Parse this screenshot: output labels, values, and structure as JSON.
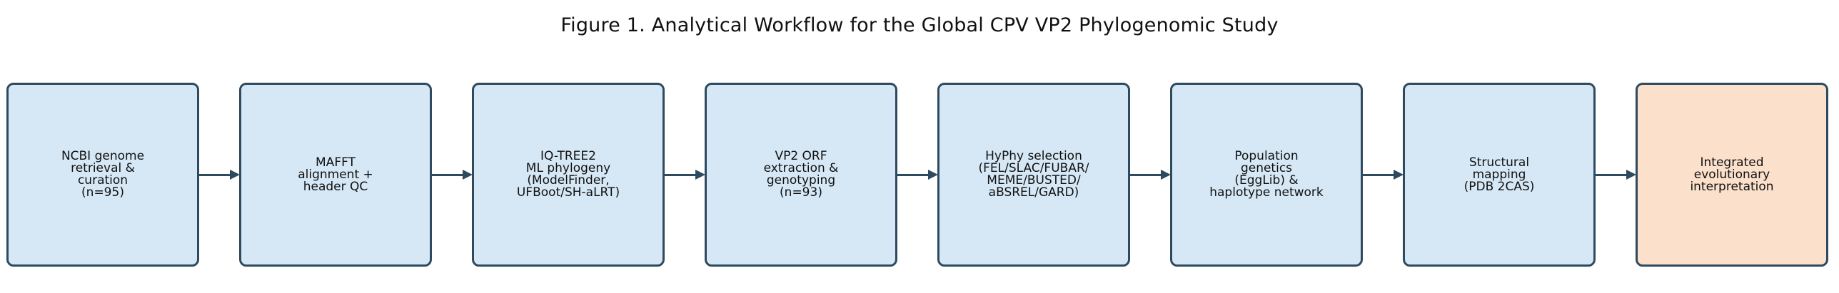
{
  "figure": {
    "title": "Figure 1. Analytical Workflow for the Global CPV VP2 Phylogenomic Study"
  },
  "steps": [
    {
      "label": "NCBI genome\nretrieval &\ncuration\n(n=95)"
    },
    {
      "label": "MAFFT\nalignment +\nheader QC"
    },
    {
      "label": "IQ-TREE2\nML phylogeny\n(ModelFinder,\nUFBoot/SH-aLRT)"
    },
    {
      "label": "VP2 ORF\nextraction &\ngenotyping\n(n=93)"
    },
    {
      "label": "HyPhy selection\n(FEL/SLAC/FUBAR/\nMEME/BUSTED/\naBSREL/GARD)"
    },
    {
      "label": "Population\ngenetics\n(EggLib) &\nhaplotype network"
    },
    {
      "label": "Structural\nmapping\n(PDB 2CAS)"
    },
    {
      "label": "Integrated\nevolutionary\ninterpretation"
    }
  ],
  "colors": {
    "box_fill": "#d6e8f5",
    "final_box_fill": "#fbe0cc",
    "border": "#2e4a5f",
    "arrow": "#2e4a5f"
  }
}
